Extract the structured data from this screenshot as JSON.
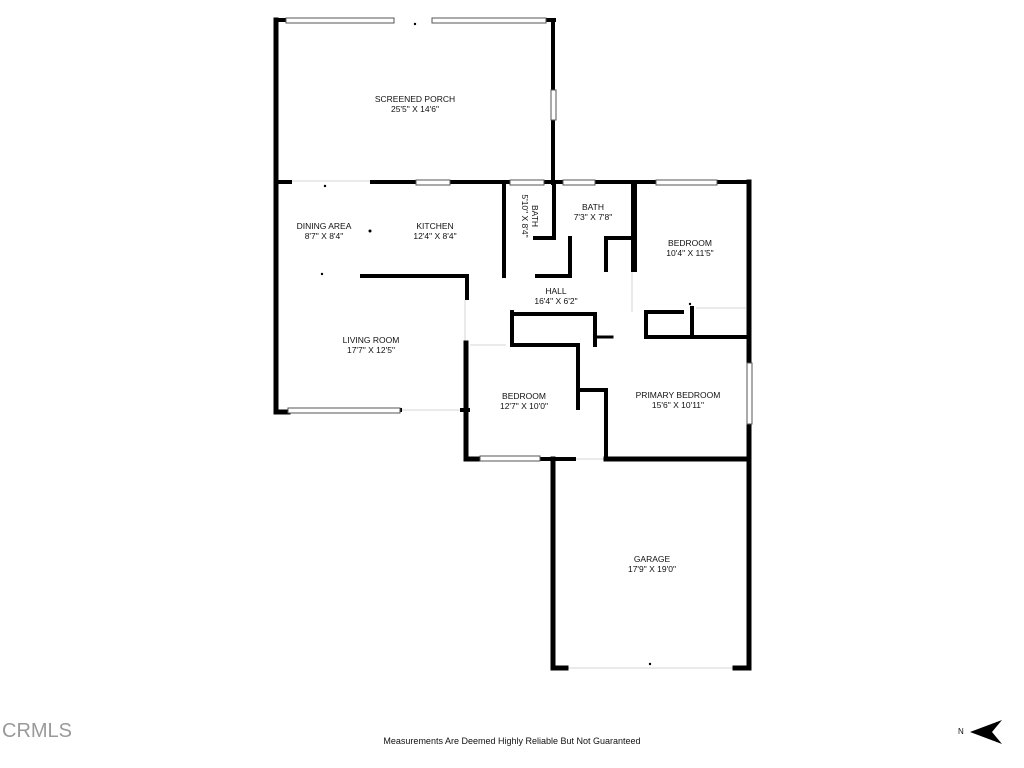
{
  "rooms": {
    "screened_porch": {
      "name": "SCREENED PORCH",
      "dim": "25'5\" X 14'6\""
    },
    "dining_area": {
      "name": "DINING AREA",
      "dim": "8'7\" X 8'4\""
    },
    "kitchen": {
      "name": "KITCHEN",
      "dim": "12'4\" X 8'4\""
    },
    "bath_small": {
      "name": "BATH",
      "dim": "5'10\" X 8'4\""
    },
    "bath": {
      "name": "BATH",
      "dim": "7'3\" X 7'8\""
    },
    "bedroom_right": {
      "name": "BEDROOM",
      "dim": "10'4\" X 11'5\""
    },
    "hall": {
      "name": "HALL",
      "dim": "16'4\" X 6'2\""
    },
    "living_room": {
      "name": "LIVING ROOM",
      "dim": "17'7\" X 12'5\""
    },
    "bedroom_center": {
      "name": "BEDROOM",
      "dim": "12'7\" X 10'0\""
    },
    "primary_bedroom": {
      "name": "PRIMARY BEDROOM",
      "dim": "15'6\" X 10'11\""
    },
    "garage": {
      "name": "GARAGE",
      "dim": "17'9\" X 19'0\""
    }
  },
  "footer": {
    "disclaimer": "Measurements Are Deemed Highly Reliable But Not Guaranteed",
    "brand": "CRMLS",
    "north_label": "N"
  },
  "colors": {
    "wall": "#000000",
    "background": "#ffffff",
    "brand": "#9a9a9a"
  }
}
